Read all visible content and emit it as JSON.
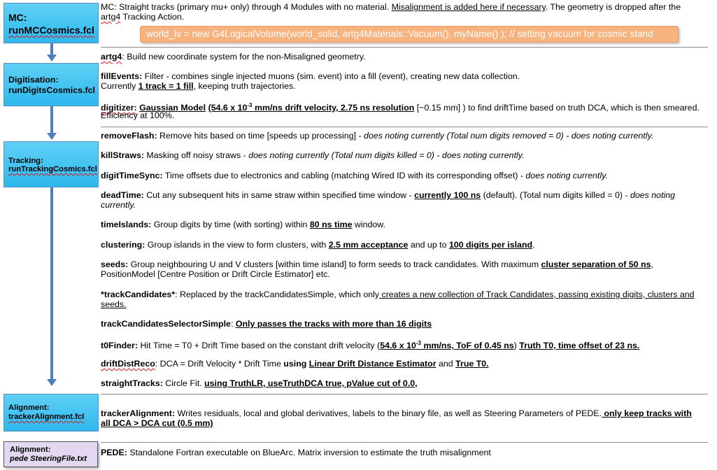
{
  "stages": {
    "mc": {
      "label": "MC:",
      "file": "runMCCosmics.fcl"
    },
    "digitisation": {
      "label": "Digitisation:",
      "file": "runDigitsCosmics.fcl"
    },
    "tracking": {
      "label": "Tracking:",
      "file": "runTrackingCosmics.fcl"
    },
    "alignment": {
      "label": "Alignment:",
      "file": "trackerAlignment.fcl"
    },
    "pede": {
      "label": "Alignment:",
      "file": "pede SteeringFile.txt"
    }
  },
  "mc": {
    "t1": "MC: Straight tracks (primary mu+ only) through 4 Modules with no material. ",
    "t2": "Misalignment is added here if necessary",
    "t3": ". The geometry is dropped after the",
    "t4": "artg4",
    "t5": " Tracking Action.",
    "code": "world_lv = new G4LogicalVolume(world_solid, artg4Materials::Vacuum(), myName() ); // setting vacuum for cosmic stand"
  },
  "digits": {
    "artg4_name": "artg4",
    "artg4_text": ":  Build new coordinate system for the non-Misaligned geometry.",
    "fill_name": "fillEvents:",
    "fill_text": " Filter - combines single injected muons (sim. event) into a fill (event), creating new data collection.",
    "fill2_pre": "Currently ",
    "fill2_u": "1 track = 1 fill",
    "fill2_post": ", keeping truth trajectories.",
    "dig_name": "digitizer:",
    "dig_u1": "Gaussian Model",
    "dig_sp": " ",
    "dig_u2a": "(54.6 x 10",
    "dig_sup": "-3",
    "dig_u2b": " mm/ns drift velocity, 2.75 ns resolution",
    "dig_post": " [~0.15 mm] ) to find driftTime based on truth DCA, which is then smeared.",
    "dig2": "Efficiency at 100%."
  },
  "tracking": {
    "rf_name": "removeFlash:",
    "rf_text": " Remove hits based on time [speeds up processing] - ",
    "rf_i": "does noting currently (Total num digits removed = 0) - does noting currently.",
    "ks_name": "killStraws:",
    "ks_text": " Masking off noisy straws - ",
    "ks_i": "does noting currently (Total num digits killed = 0) - does noting currently.",
    "dts_name": "digitTimeSync:",
    "dts_text": " Time offsets due to electronics and cabling (matching Wired ID with its corresponding offset) - ",
    "dts_i": "does noting currently.",
    "dt_name": "deadTime:",
    "dt_text": " Cut any subsequent hits in same straw within specified time window - ",
    "dt_u": "currently 100 ns",
    "dt_text2": " (default). (Total num digits killed = 0) - ",
    "dt_i": "does noting",
    "dt_i2": "currently.",
    "ti_name": "timeIslands:",
    "ti_text": " Group digits by time (with sorting) within ",
    "ti_u": "80 ns time",
    "ti_text2": " window.",
    "cl_name": "clustering:",
    "cl_text": " Group islands in the view to form clusters, with ",
    "cl_u1": "2.5 mm acceptance",
    "cl_text2": " and up to ",
    "cl_u2": "100 digits per island",
    "cl_text3": ".",
    "se_name": "seeds:",
    "se_text": " Group neighbouring U and V clusters [within time island] to form seeds to track candidates. With maximum ",
    "se_u": "cluster separation of 50 ns",
    "se_text2": ",",
    "se2": "PositionModel [Centre Position or Drift Circle Estimator] etc.",
    "tc_name": "*trackCandidates*",
    "tc_text": ": Replaced by the trackCandidatesSimple, which only",
    "tc_u": " creates a new collection of Track Candidates, passing existing digits, clusters and",
    "tc_u2": "seeds.",
    "tcs_name": "trackCandidatesSelectorSimple",
    "tcs_text": ": ",
    "tcs_u": "Only passes the tracks with more than 16 digits",
    "t0_name": "t0Finder:",
    "t0_text": "  Hit Time = T0 + Drift Time  based on the constant drift velocity (",
    "t0_u1a": "54.6 x 10",
    "t0_sup": "-3",
    "t0_u1b": " mm/ns, ToF of 0.45 ns",
    "t0_text2": ") ",
    "t0_u2": "Truth T0, time offset of 23 ns.",
    "dd_name": "driftDistReco",
    "dd_text": ": DCA = Drift Velocity  * Drift Time ",
    "dd_b": "using ",
    "dd_u": "Linear Drift Distance Estimator",
    "dd_text2": " and ",
    "dd_u2": "True T0.",
    "st_name": "straightTracks:",
    "st_text": " Circle Fit. ",
    "st_u": "using TruthLR, useTruthDCA true, pValue cut of 0.0,"
  },
  "alignment": {
    "ta_name": "trackerAlignment:",
    "ta_text": " Writes residuals, local and global derivatives, labels to the binary file, as well as Steering Parameters of PEDE.",
    "ta_u": " only keep tracks with",
    "ta_u2": "all DCA > DCA cut (0.5 mm)"
  },
  "pede": {
    "name": "PEDE:",
    "text": " Standalone Fortran executable on BlueArc. Matrix inversion to estimate the truth misalignment"
  }
}
